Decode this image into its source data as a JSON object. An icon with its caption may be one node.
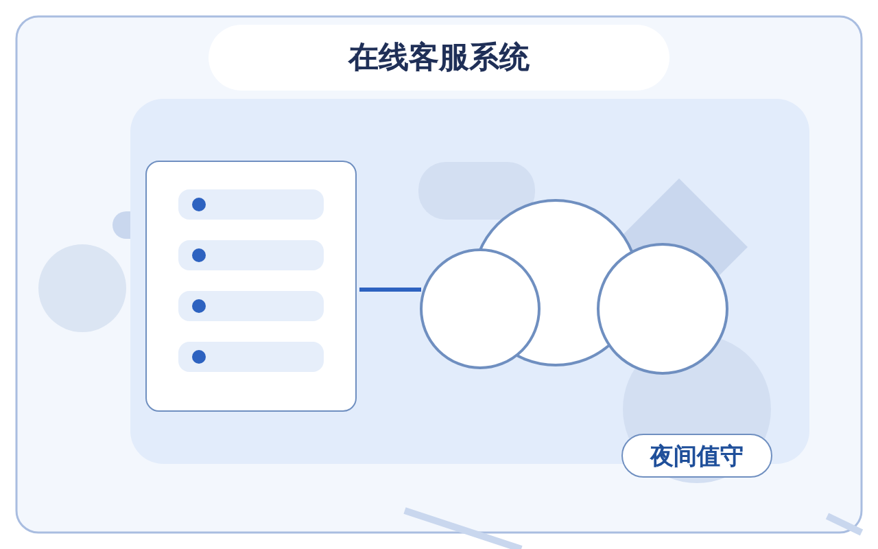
{
  "diagram": {
    "title": "在线客服系统",
    "nodes": [
      {
        "text": [],
        "shape": "box"
      },
      {
        "text": [],
        "shape": "cloud"
      },
      {
        "text": [
          "夜间值守"
        ]
      }
    ],
    "edges": [
      {
        "from": 0,
        "to": 1,
        "arrow": "none"
      }
    ]
  }
}
